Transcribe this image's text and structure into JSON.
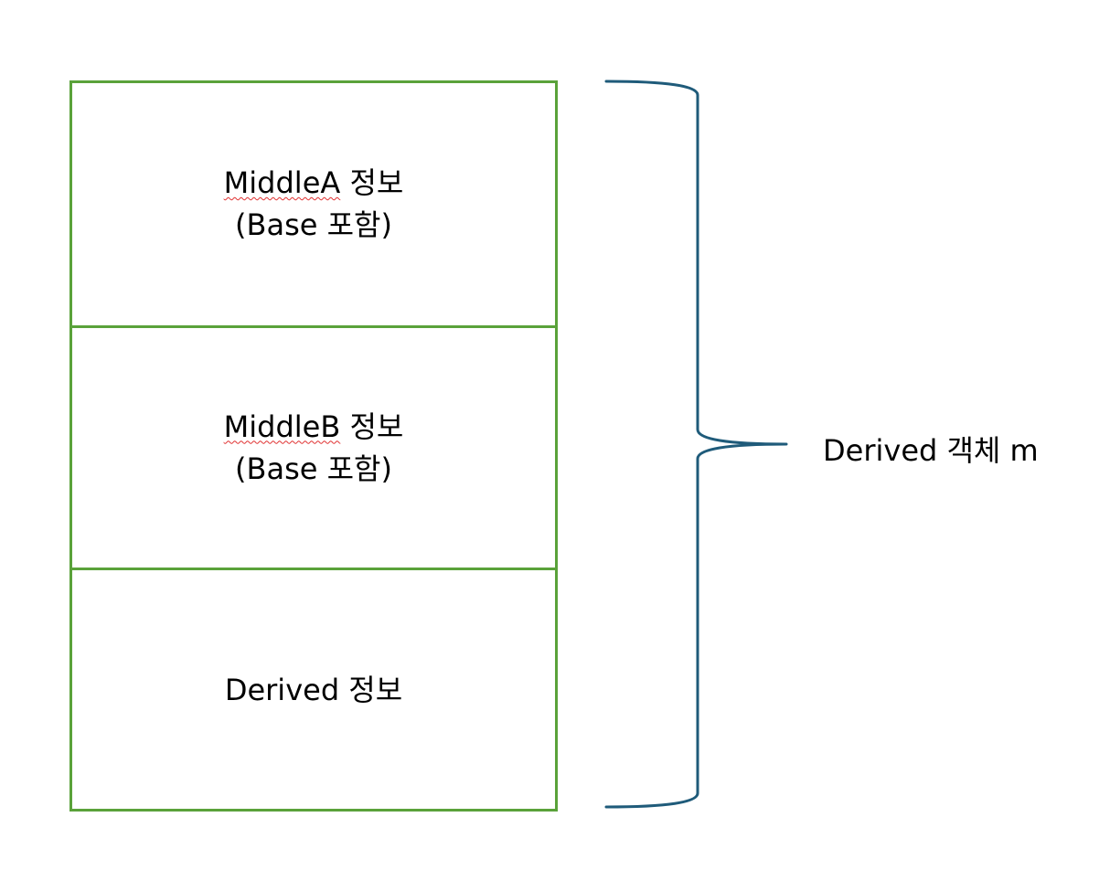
{
  "diagram": {
    "blocks": [
      {
        "name_word": "MiddleA",
        "suffix": " 정보",
        "note": "(Base 포함)"
      },
      {
        "name_word": "MiddleB",
        "suffix": " 정보",
        "note": "(Base 포함)"
      },
      {
        "label": "Derived 정보"
      }
    ],
    "brace_label": "Derived 객체 m",
    "colors": {
      "box_border": "#5aa23a",
      "brace": "#1f5b7a",
      "spellcheck_underline": "#e03030"
    }
  }
}
